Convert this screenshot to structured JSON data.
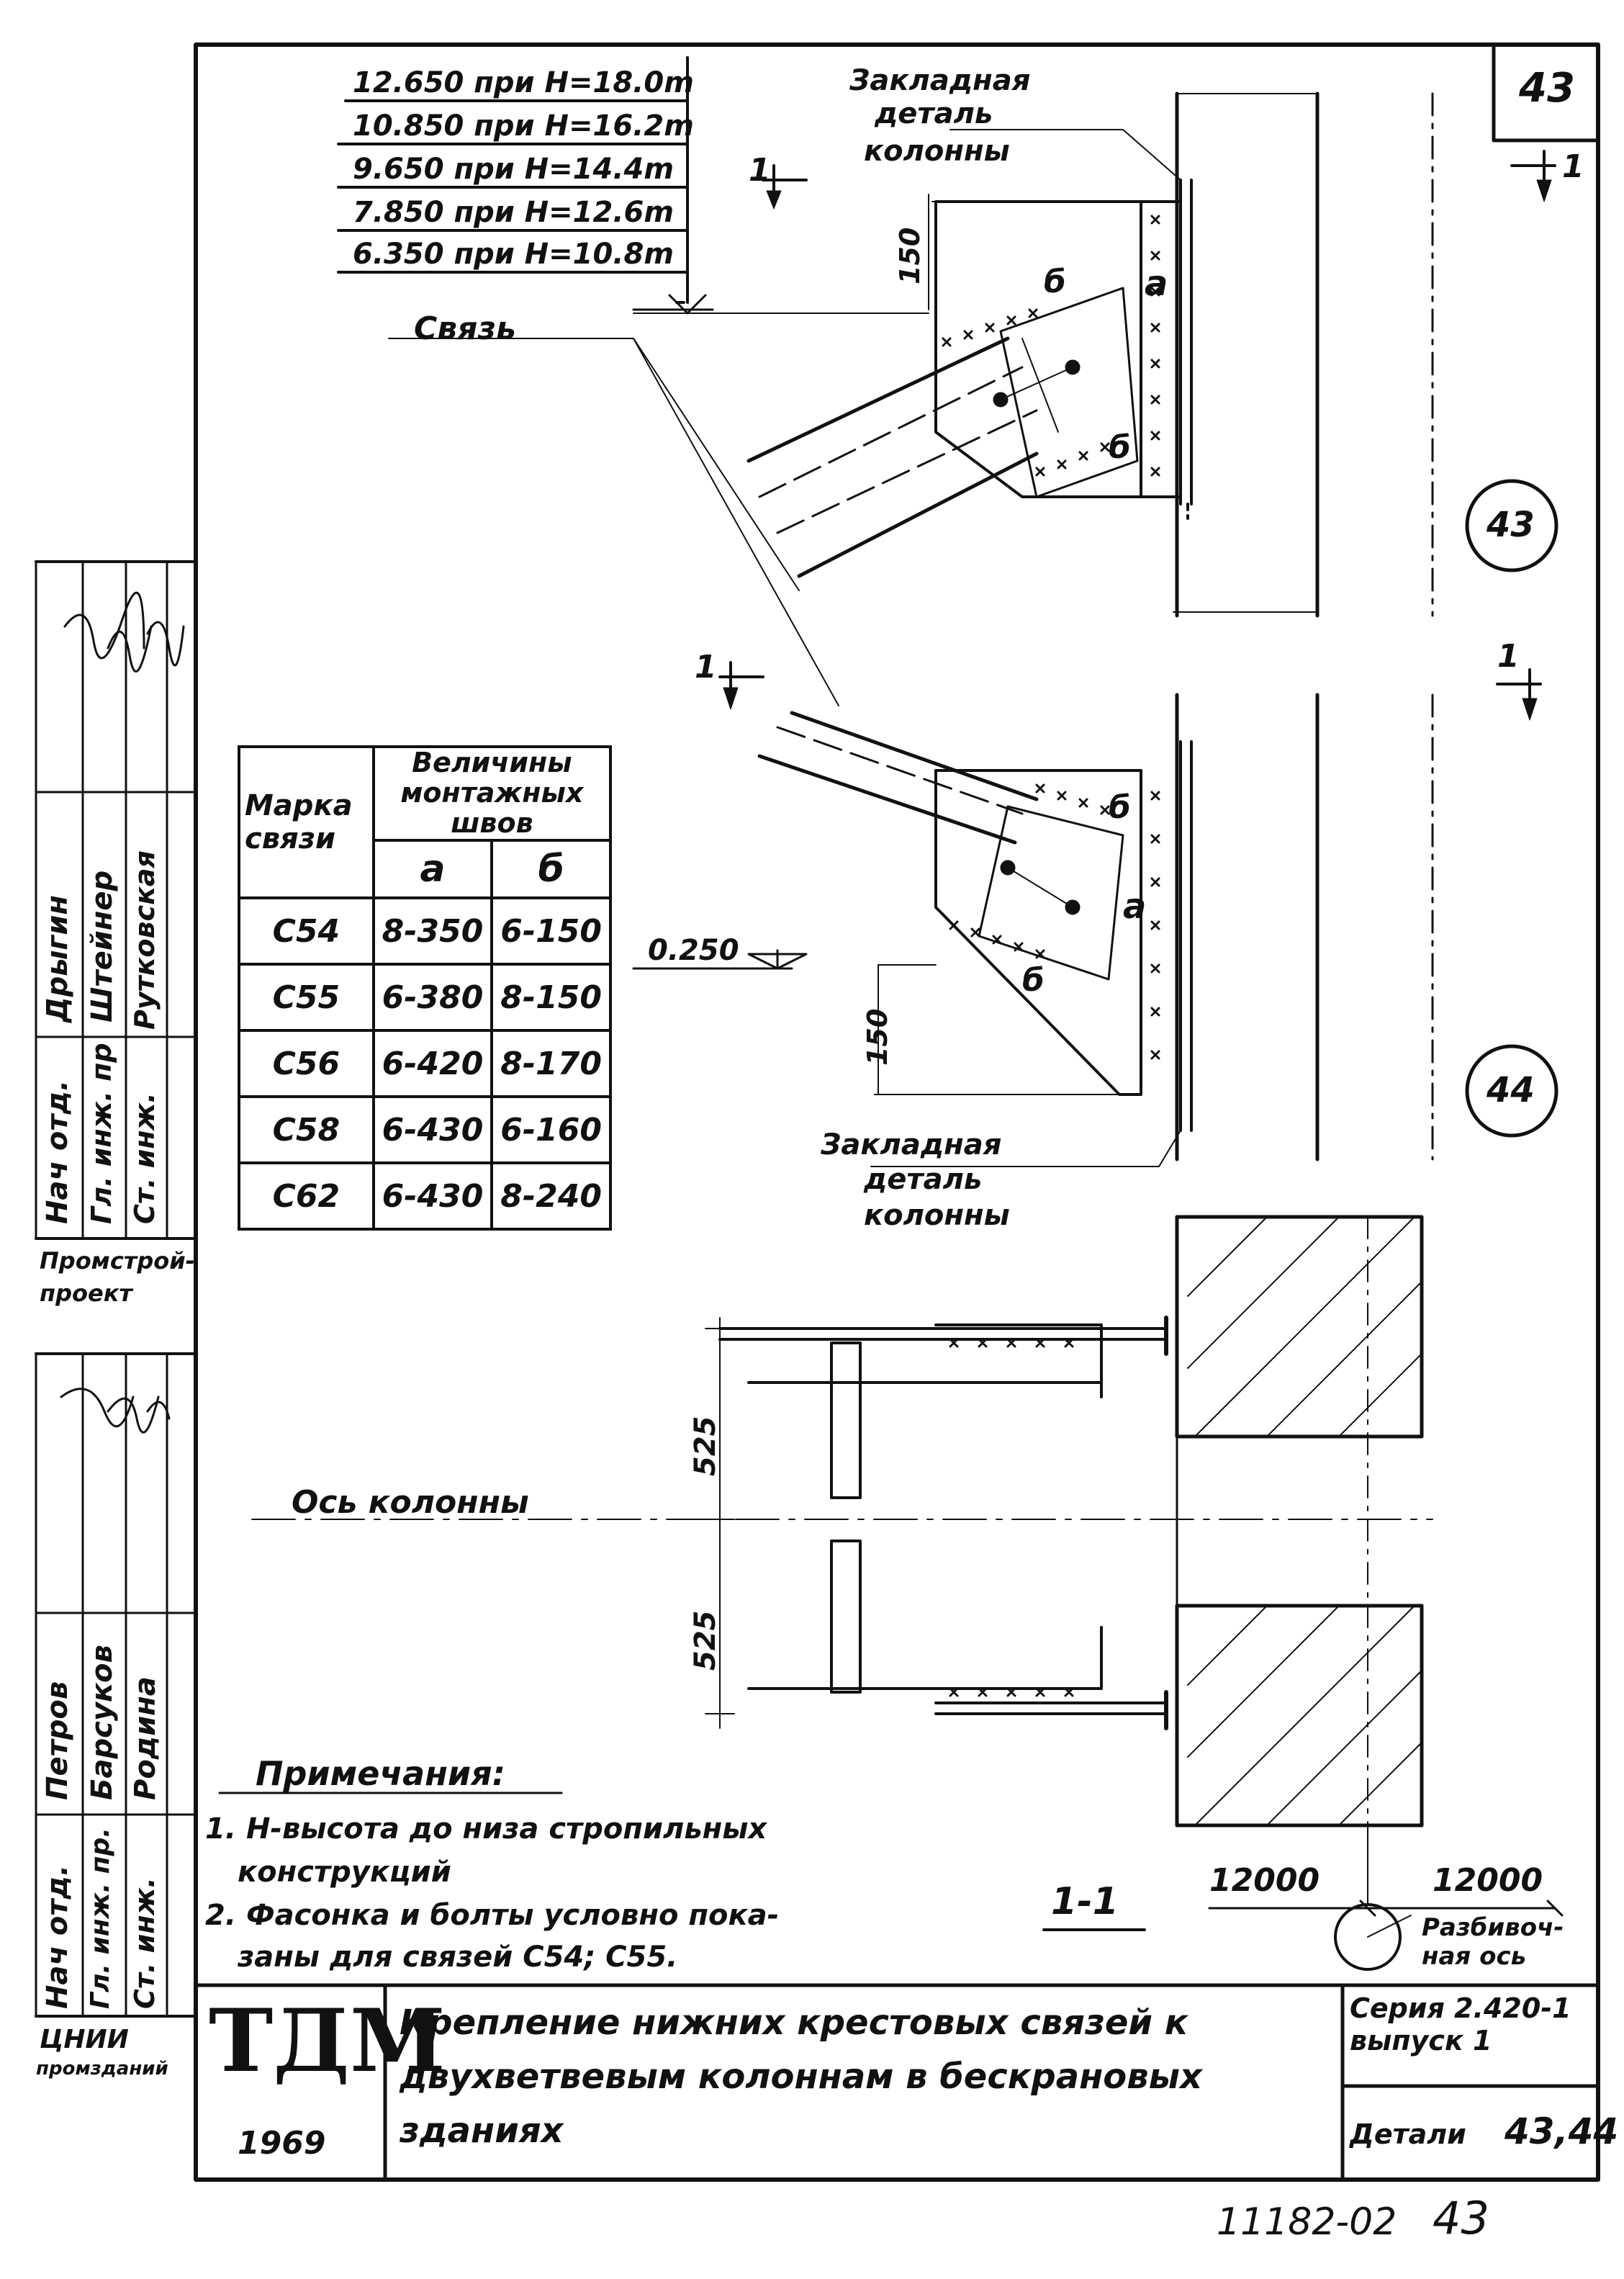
{
  "sheet_number": "43",
  "heights": [
    "12.650 при H=18.0m",
    "10.850 при H=16.2m",
    "9.650 при H=14.4m",
    "7.850 при H=12.6m",
    "6.350 при H=10.8m"
  ],
  "labels": {
    "embedded_top": [
      "Закладная",
      "деталь",
      "колонны"
    ],
    "embedded_bottom": [
      "Закладная",
      "деталь",
      "колонны"
    ],
    "brace": "Связь",
    "axis": "Ось колонны",
    "section_mark": "1",
    "section_title": "1-1",
    "dim_150": "150",
    "dim_525": "525",
    "level_0250": "0.250",
    "weld_a": "a",
    "weld_b": "б",
    "detail_43": "43",
    "detail_44": "44",
    "span_left": "12000",
    "span_right": "12000",
    "layout_axis": [
      "Разбивоч-",
      "ная ось"
    ]
  },
  "weld_table": {
    "col_mark": [
      "Марка",
      "связи"
    ],
    "col_values": [
      "Величины",
      "монтажных",
      "швов"
    ],
    "col_a": "a",
    "col_b": "б",
    "rows": [
      {
        "mark": "С54",
        "a": "8-350",
        "b": "6-150"
      },
      {
        "mark": "С55",
        "a": "6-380",
        "b": "8-150"
      },
      {
        "mark": "С56",
        "a": "6-420",
        "b": "8-170"
      },
      {
        "mark": "С58",
        "a": "6-430",
        "b": "6-160"
      },
      {
        "mark": "С62",
        "a": "6-430",
        "b": "8-240"
      }
    ]
  },
  "notes": {
    "heading": "Примечания:",
    "lines": [
      "1. H-высота до низа стропильных",
      "конструкций",
      "2. Фасонка и болты условно пока-",
      "заны для связей С54; С55."
    ]
  },
  "stamp": {
    "logo": "ТДМ",
    "year": "1969",
    "title": [
      "Крепление нижних крестовых связей к",
      "двухветвевым колоннам в бескрановых",
      "зданиях"
    ],
    "series": [
      "Серия 2.420-1",
      "выпуск 1"
    ],
    "detail_label": "Детали",
    "detail_value": "43,44"
  },
  "side_block_upper": {
    "roles": [
      "Нач отд.",
      "Гл. инж. пр",
      "Ст. инж."
    ],
    "names": [
      "Дрыгин",
      "Штейнер",
      "Рутковская"
    ],
    "org": [
      "Промстрой-",
      "проект"
    ]
  },
  "side_block_lower": {
    "roles": [
      "Нач отд.",
      "Гл. инж. пр.",
      "Ст. инж."
    ],
    "names": [
      "Петров",
      "Барсуков",
      "Родина"
    ],
    "org": [
      "ЦНИИ",
      "промзданий"
    ]
  },
  "footer_code": "11182-02",
  "footer_page": "43"
}
